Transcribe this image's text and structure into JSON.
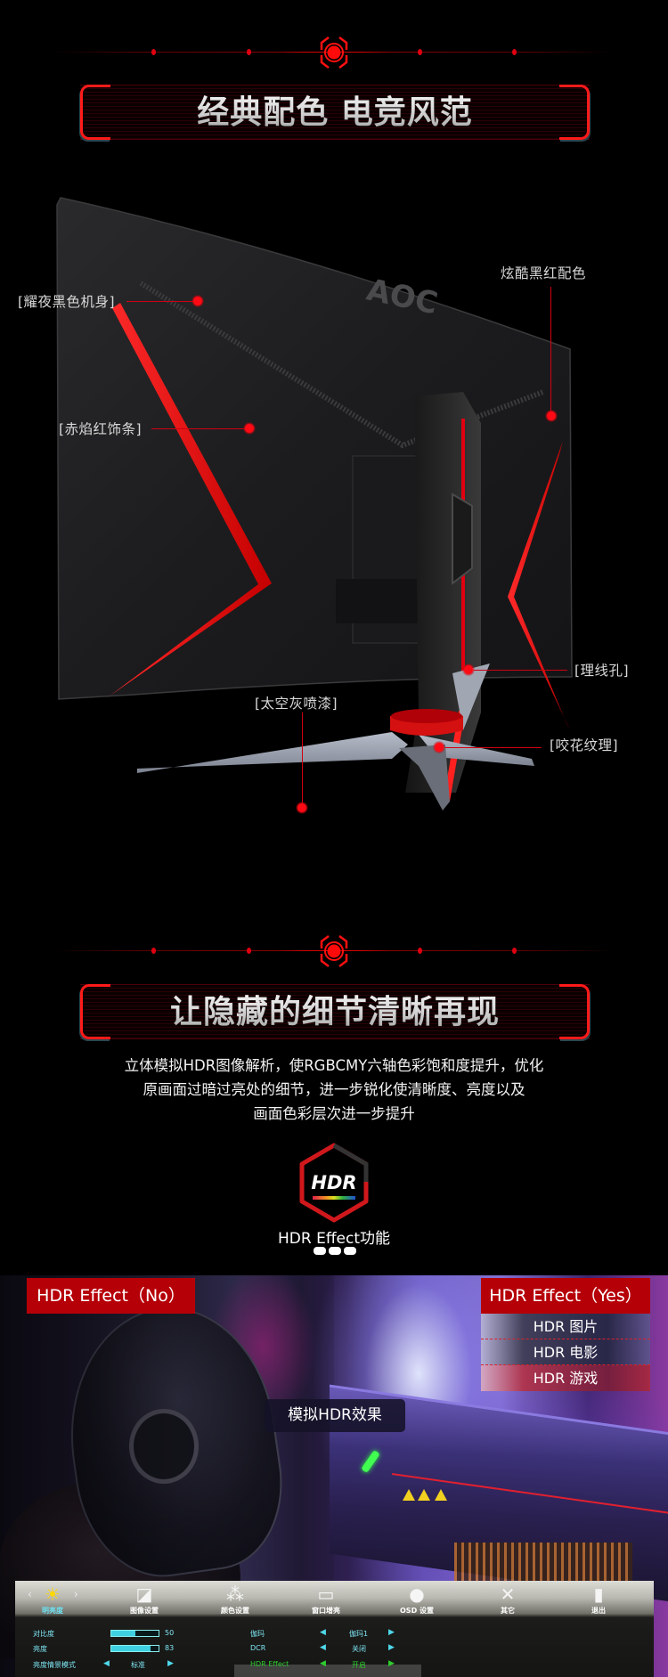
{
  "section1": {
    "title": "经典配色 电竞风范",
    "annotations": [
      {
        "id": "body",
        "label": "[耀夜黑色机身]"
      },
      {
        "id": "trim",
        "label": "[赤焰红饰条]"
      },
      {
        "id": "color",
        "label": "炫酷黑红配色"
      },
      {
        "id": "cable",
        "label": "[理线孔]"
      },
      {
        "id": "texture",
        "label": "[咬花纹理]"
      },
      {
        "id": "paint",
        "label": "[太空灰喷漆]"
      }
    ],
    "monitor_logo": "AOC"
  },
  "section2": {
    "title": "让隐藏的细节清晰再现",
    "description_lines": [
      "立体模拟HDR图像解析，使RGBCMY六轴色彩饱和度提升，优化",
      "原画面过暗过亮处的细节，进一步锐化使清晰度、亮度以及",
      "画面色彩层次进一步提升"
    ],
    "badge_text": "HDR",
    "badge_caption": "HDR Effect功能"
  },
  "hdr_compare": {
    "off_label": "HDR Effect（No）",
    "on_label": "HDR Effect（Yes）",
    "modes": [
      "HDR 图片",
      "HDR 电影",
      "HDR 游戏"
    ],
    "active_mode": "HDR 游戏",
    "center_label": "模拟HDR效果"
  },
  "osd": {
    "tabs": [
      {
        "label": "明亮度",
        "icon": "brightness-icon"
      },
      {
        "label": "图像设置",
        "icon": "image-settings-icon"
      },
      {
        "label": "颜色设置",
        "icon": "color-settings-icon"
      },
      {
        "label": "窗口增亮",
        "icon": "window-icon"
      },
      {
        "label": "OSD 设置",
        "icon": "osd-settings-icon"
      },
      {
        "label": "其它",
        "icon": "tools-icon"
      },
      {
        "label": "退出",
        "icon": "exit-icon"
      }
    ],
    "left_rows": [
      {
        "label": "对比度",
        "value": "50",
        "percent": 50
      },
      {
        "label": "亮度",
        "value": "83",
        "percent": 83
      },
      {
        "label": "亮度情景模式",
        "value": "标准"
      }
    ],
    "right_rows": [
      {
        "label": "伽玛",
        "value": "伽玛1"
      },
      {
        "label": "DCR",
        "value": "关闭"
      },
      {
        "label": "HDR Effect",
        "value": "开启"
      }
    ],
    "colors": {
      "accent": "#3ed0e0",
      "selected": "#2ecc2e"
    }
  },
  "colors": {
    "brand_red": "#e00010",
    "label_red": "#b60008"
  }
}
